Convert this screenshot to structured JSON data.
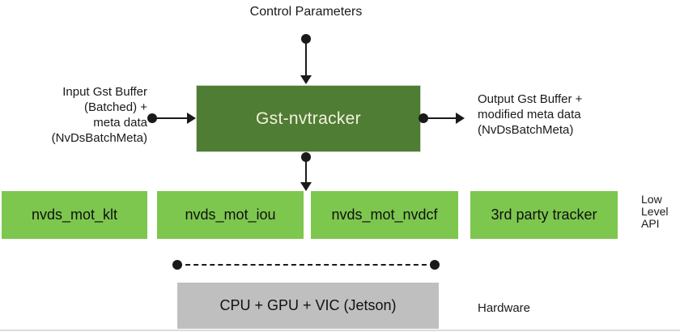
{
  "title": "Gst-nvtracker architecture diagram",
  "colors": {
    "dark_green": "#4f7d33",
    "light_green": "#7dc74e",
    "gray": "#bfbfbf",
    "line": "#1a1a1a",
    "main_box_text": "#f4f1e0"
  },
  "top": {
    "control_parameters_label": "Control Parameters"
  },
  "main_box": {
    "label": "Gst-nvtracker"
  },
  "input_label": {
    "lines": [
      "Input Gst Buffer",
      "(Batched) +",
      "meta data",
      "(NvDsBatchMeta)"
    ]
  },
  "output_label": {
    "lines": [
      "Output Gst Buffer +",
      "modified meta data",
      "(NvDsBatchMeta)"
    ]
  },
  "low_level": {
    "boxes": [
      "nvds_mot_klt",
      "nvds_mot_iou",
      "nvds_mot_nvdcf",
      "3rd party tracker"
    ],
    "api_label_lines": [
      "Low",
      "Level",
      "API"
    ]
  },
  "hardware": {
    "box_label": "CPU + GPU + VIC (Jetson)",
    "label": "Hardware"
  }
}
